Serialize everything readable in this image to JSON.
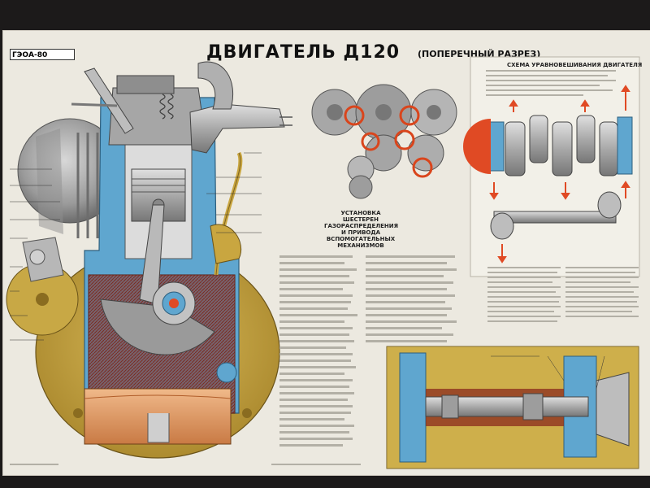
{
  "poster": {
    "title": "ДВИГАТЕЛЬ Д120",
    "subtitle": "(ПОПЕРЕЧНЫЙ РАЗРЕЗ)",
    "publisher_badge": "ГЭОА-80",
    "gear_caption": "УСТАНОВКА ШЕСТЕРЕН ГАЗОРАСПРЕДЕЛЕНИЯ И ПРИВОДА ВСПОМОГАТЕЛЬНЫХ МЕХАНИЗМОВ",
    "balance_caption": "СХЕМА УРАВНОВЕШИВАНИЯ ДВИГАТЕЛЯ"
  },
  "colors": {
    "paper": "#ece9e0",
    "casing_yellow": "#c9a640",
    "coolant_blue": "#5fa6cf",
    "cut_red": "#8a2a1c",
    "oil_orange": "#e2a061",
    "steel_grey": "#a8a8a8",
    "marker_red": "#d9451c"
  }
}
